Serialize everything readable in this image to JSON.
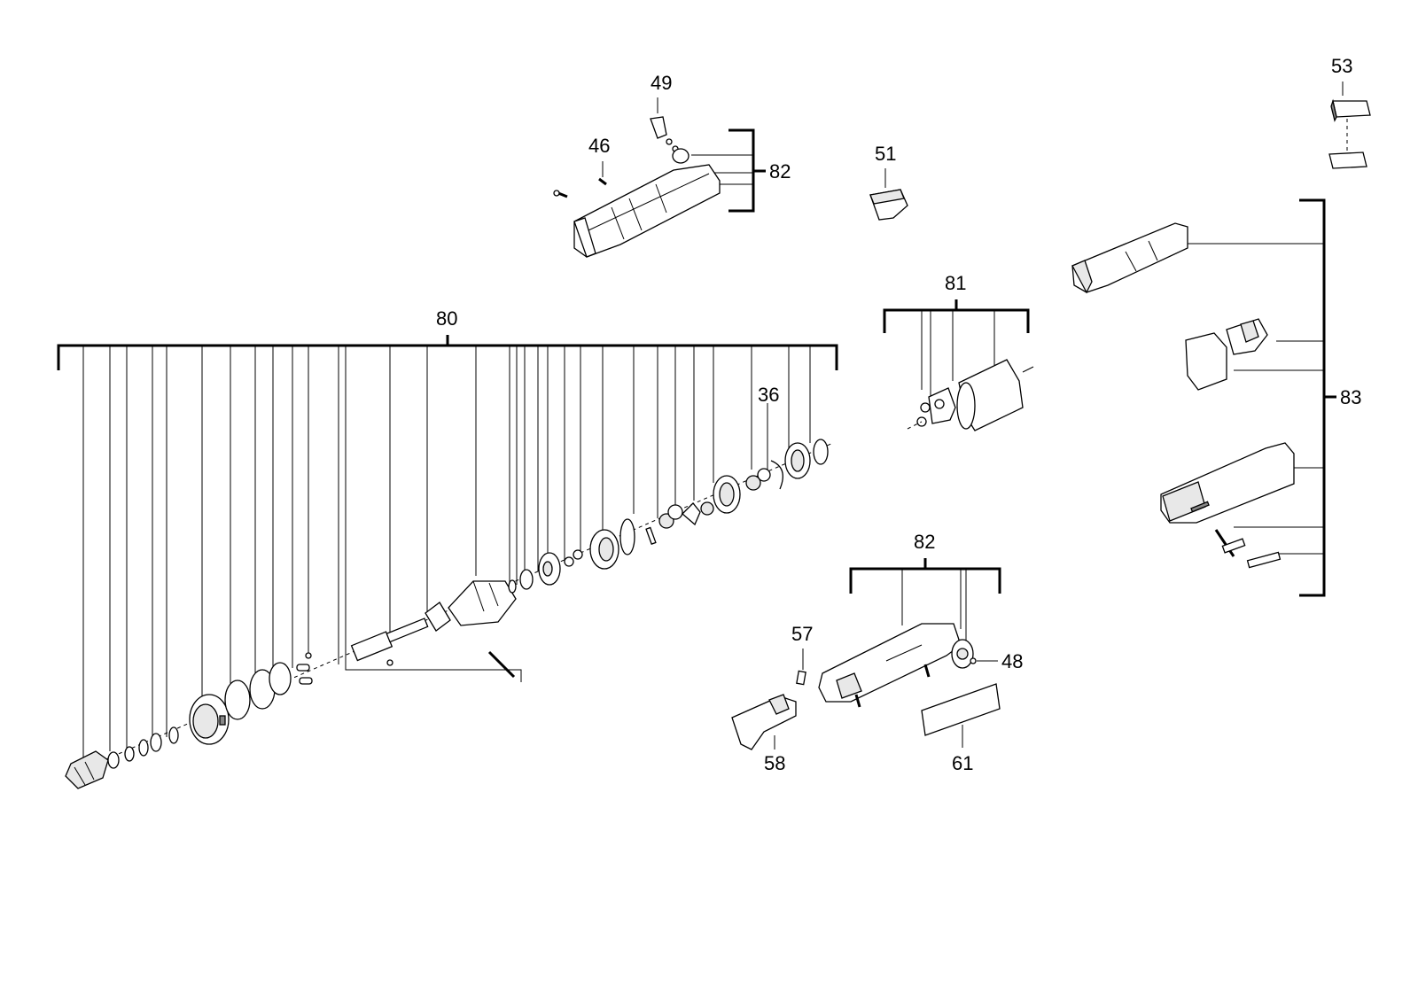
{
  "labels": {
    "l80": "80",
    "l36": "36",
    "l82_top": "82",
    "l82_bottom": "82",
    "l81": "81",
    "l83": "83",
    "l46": "46",
    "l49": "49",
    "l51": "51",
    "l53": "53",
    "l57": "57",
    "l58": "58",
    "l61": "61",
    "l48": "48"
  }
}
